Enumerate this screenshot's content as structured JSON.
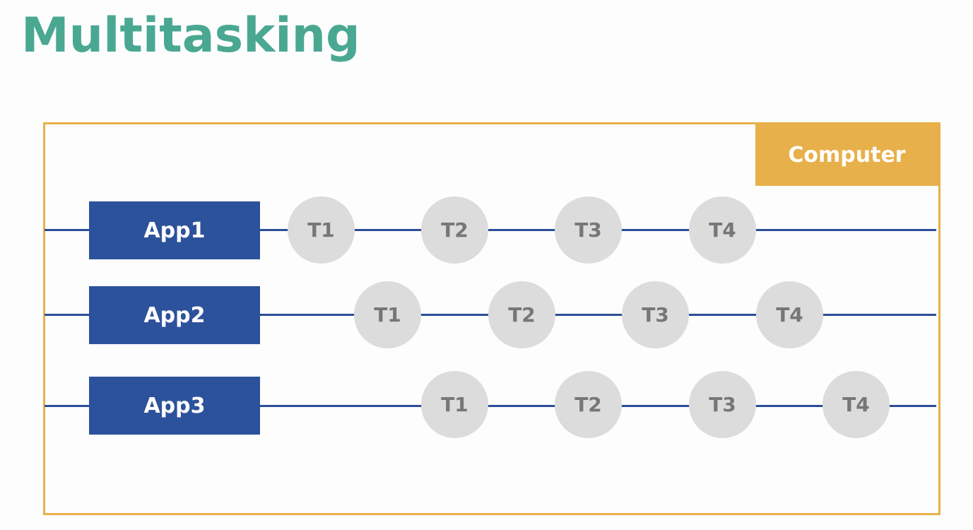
{
  "title": "Multitasking",
  "computer_label": "Computer",
  "colors": {
    "title": "#4aa892",
    "frame": "#e8b04a",
    "app": "#2d529c",
    "lane": "#2a4e96",
    "task": "#dcdcdc",
    "task_text": "#777777"
  },
  "lanes": [
    {
      "app": "App1",
      "tasks": [
        "T1",
        "T2",
        "T3",
        "T4"
      ]
    },
    {
      "app": "App2",
      "tasks": [
        "T1",
        "T2",
        "T3",
        "T4"
      ]
    },
    {
      "app": "App3",
      "tasks": [
        "T1",
        "T2",
        "T3",
        "T4"
      ]
    }
  ]
}
